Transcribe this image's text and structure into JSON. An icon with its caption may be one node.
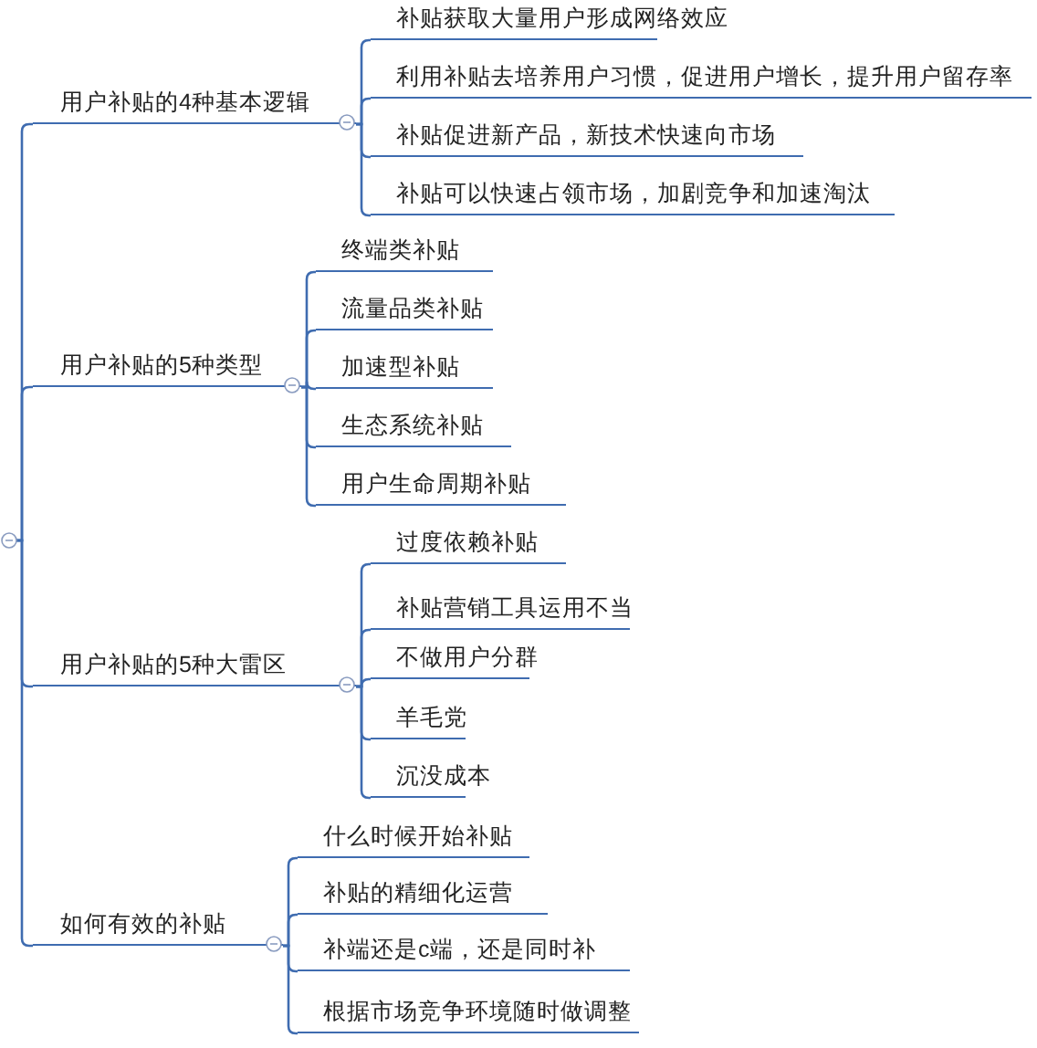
{
  "diagram": {
    "nodes": [
      {
        "text": [],
        "shape": "circle"
      },
      {
        "text": [
          "用户补贴的4种基本逻辑"
        ]
      },
      {
        "text": [
          "补贴获取大量用户形成网络效应"
        ]
      },
      {
        "text": [
          "利用补贴去培养用户习惯，促进用户增长，提升用户留存率"
        ]
      },
      {
        "text": [
          "补贴促进新产品，新技术快速向市场"
        ]
      },
      {
        "text": [
          "补贴可以快速占领市场，加剧竞争和加速淘汰"
        ]
      },
      {
        "text": [
          "用户补贴的5种类型"
        ]
      },
      {
        "text": [
          "终端类补贴"
        ]
      },
      {
        "text": [
          "流量品类补贴"
        ]
      },
      {
        "text": [
          "加速型补贴"
        ]
      },
      {
        "text": [
          "生态系统补贴"
        ]
      },
      {
        "text": [
          "用户生命周期补贴"
        ]
      },
      {
        "text": [
          "用户补贴的5种大雷区"
        ]
      },
      {
        "text": [
          "过度依赖补贴"
        ]
      },
      {
        "text": [
          "补贴营销工具运用不当"
        ]
      },
      {
        "text": [
          "不做用户分群"
        ]
      },
      {
        "text": [
          "羊毛党"
        ]
      },
      {
        "text": [
          "沉没成本"
        ]
      },
      {
        "text": [
          "如何有效的补贴"
        ]
      },
      {
        "text": [
          "什么时候开始补贴"
        ]
      },
      {
        "text": [
          "补贴的精细化运营"
        ]
      },
      {
        "text": [
          "补端还是c端，还是同时补"
        ]
      },
      {
        "text": [
          "根据市场竞争环境随时做调整"
        ]
      }
    ],
    "edges": [
      {
        "from": 0,
        "to": 1,
        "arrow": "none"
      },
      {
        "from": 0,
        "to": 6,
        "arrow": "none"
      },
      {
        "from": 0,
        "to": 12,
        "arrow": "none"
      },
      {
        "from": 0,
        "to": 18,
        "arrow": "none"
      },
      {
        "from": 1,
        "to": 2,
        "arrow": "none"
      },
      {
        "from": 1,
        "to": 3,
        "arrow": "none"
      },
      {
        "from": 1,
        "to": 4,
        "arrow": "none"
      },
      {
        "from": 1,
        "to": 5,
        "arrow": "none"
      },
      {
        "from": 6,
        "to": 7,
        "arrow": "none"
      },
      {
        "from": 6,
        "to": 8,
        "arrow": "none"
      },
      {
        "from": 6,
        "to": 9,
        "arrow": "none"
      },
      {
        "from": 6,
        "to": 10,
        "arrow": "none"
      },
      {
        "from": 6,
        "to": 11,
        "arrow": "none"
      },
      {
        "from": 12,
        "to": 13,
        "arrow": "none"
      },
      {
        "from": 12,
        "to": 14,
        "arrow": "none"
      },
      {
        "from": 12,
        "to": 15,
        "arrow": "none"
      },
      {
        "from": 12,
        "to": 16,
        "arrow": "none"
      },
      {
        "from": 12,
        "to": 17,
        "arrow": "none"
      },
      {
        "from": 18,
        "to": 19,
        "arrow": "none"
      },
      {
        "from": 18,
        "to": 20,
        "arrow": "none"
      },
      {
        "from": 18,
        "to": 21,
        "arrow": "none"
      },
      {
        "from": 18,
        "to": 22,
        "arrow": "none"
      }
    ]
  }
}
